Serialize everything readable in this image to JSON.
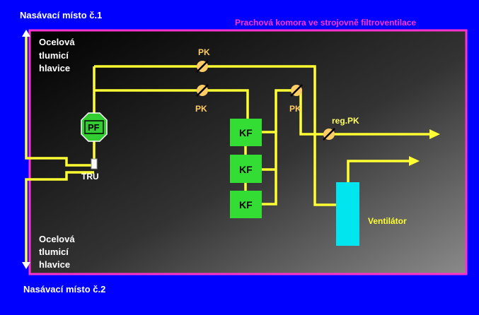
{
  "labels": {
    "intake_top": "Nasávací místo č.1",
    "intake_bottom": "Nasávací místo č.2",
    "chamber_title": "Prachová komora ve strojovně filtroventilace",
    "head_top": [
      "Ocelová",
      "tlumicí",
      "hlavice"
    ],
    "head_bottom": [
      "Ocelová",
      "tlumicí",
      "hlavice"
    ],
    "pk": "PK",
    "reg_pk": "reg.PK",
    "pf": "PF",
    "tru": "TRU",
    "kf": "KF",
    "ventilator": "Ventilátor"
  },
  "colors": {
    "background": "#0000ff",
    "frame": "#ff33cc",
    "chamber_title": "#ff33cc",
    "pipe": "#ffff33",
    "valve_label": "#ffcc66",
    "reg_label": "#ffff66",
    "filter_box": "#33dd33",
    "prefilter": "#33cc33",
    "fan": "#00e5ee",
    "ventilator_label": "#ffff33",
    "text": "#ffffff"
  }
}
